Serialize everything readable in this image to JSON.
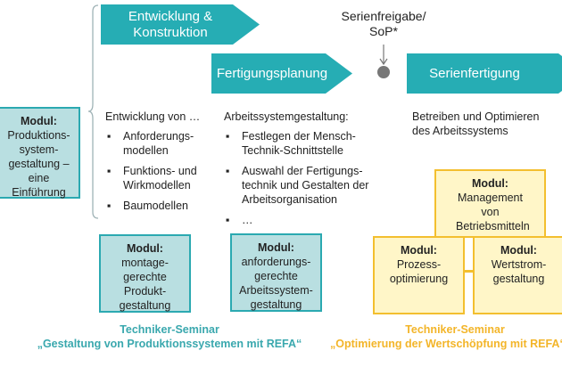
{
  "phases": [
    {
      "label_line1": "Entwicklung &",
      "label_line2": "Konstruktion"
    },
    {
      "label": "Fertigungsplanung"
    },
    {
      "label": "Serienfertigung"
    }
  ],
  "milestone": {
    "line1": "Serienfreigabe/",
    "line2": "SoP*"
  },
  "columns": {
    "dev": {
      "heading": "Entwicklung von …",
      "items": [
        "Anforderungs-modellen",
        "Funktions- und Wirkmodellen",
        "Baumodellen"
      ]
    },
    "plan": {
      "heading": "Arbeitssystemgestaltung:",
      "items": [
        "Festlegen der Mensch-Technik-Schnittstelle",
        "Auswahl der Fertigungs-technik und Gestalten der Arbeitsorganisation",
        "…"
      ]
    },
    "prod": {
      "heading": "Betreiben und Optimieren des Arbeitssystems"
    }
  },
  "bullet": "▪",
  "modules": {
    "intro": {
      "title": "Modul:",
      "text": "Produktions-system-gestaltung – eine Einführung"
    },
    "montage": {
      "title": "Modul:",
      "text": "montage-gerechte Produkt-gestaltung"
    },
    "anforderung": {
      "title": "Modul:",
      "text": "anforderungs-gerechte Arbeitssystem-gestaltung"
    },
    "management": {
      "title": "Modul:",
      "text": "Management von Betriebsmitteln"
    },
    "prozess": {
      "title": "Modul:",
      "text": "Prozess-optimierung"
    },
    "wertstrom": {
      "title": "Modul:",
      "text": "Wertstrom-gestaltung"
    }
  },
  "seminars": {
    "teal": {
      "line1": "Techniker-Seminar",
      "line2": "„Gestaltung von Produktionssystemen mit REFA“"
    },
    "orange": {
      "line1": "Techniker-Seminar",
      "line2": "„Optimierung der Wertschöpfung mit REFA“"
    }
  },
  "colors": {
    "teal": "#26adb4",
    "teal_light": "#b9dfe1",
    "orange": "#f3bf2f",
    "orange_light": "#fff6c8"
  }
}
